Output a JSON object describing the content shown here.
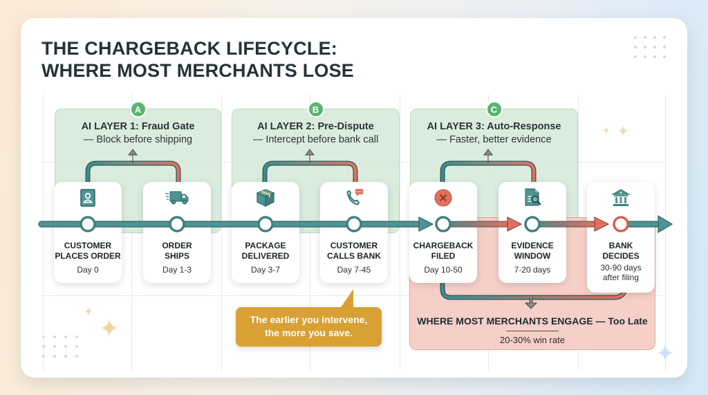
{
  "title": {
    "line1": "THE CHARGEBACK LIFECYCLE:",
    "line2": "WHERE MOST MERCHANTS LOSE"
  },
  "layers": [
    {
      "badge": "A",
      "title": "AI LAYER 1: Fraud Gate",
      "subtitle": "— Block before shipping"
    },
    {
      "badge": "B",
      "title": "AI LAYER 2: Pre-Dispute",
      "subtitle": "— Intercept before bank call"
    },
    {
      "badge": "C",
      "title": "AI LAYER 3: Auto-Response",
      "subtitle": "— Faster, better evidence"
    }
  ],
  "stages": [
    {
      "icon": "customer-profile-icon",
      "label_line1": "CUSTOMER",
      "label_line2": "PLACES ORDER",
      "time": "Day 0"
    },
    {
      "icon": "delivery-truck-icon",
      "label_line1": "ORDER",
      "label_line2": "SHIPS",
      "time": "Day 1-3"
    },
    {
      "icon": "package-box-icon",
      "label_line1": "PACKAGE",
      "label_line2": "DELIVERED",
      "time": "Day 3-7"
    },
    {
      "icon": "phone-call-icon",
      "label_line1": "CUSTOMER",
      "label_line2": "CALLS BANK",
      "time": "Day 7-45"
    },
    {
      "icon": "x-circle-icon",
      "label_line1": "CHARGEBACK",
      "label_line2": "FILED",
      "time": "Day 10-50"
    },
    {
      "icon": "document-search-icon",
      "label_line1": "EVIDENCE",
      "label_line2": "WINDOW",
      "time": "7-20 days"
    },
    {
      "icon": "bank-building-icon",
      "label_line1": "BANK",
      "label_line2": "DECIDES",
      "time": "30-90 days",
      "time_line2": "after filing"
    }
  ],
  "late_zone": {
    "title": "WHERE MOST MERCHANTS ENGAGE — Too Late",
    "subtitle": "20-30% win rate"
  },
  "callout": {
    "line1": "The earlier you intervene,",
    "line2": "the more you save."
  },
  "colors": {
    "teal": "#3e8c8c",
    "salmon": "#e2705e",
    "green_panel": "#d9ecdc",
    "green_badge": "#52b06a",
    "red_panel": "#f6cfc8",
    "gold_callout": "#d9a034",
    "title_text": "#263238"
  }
}
